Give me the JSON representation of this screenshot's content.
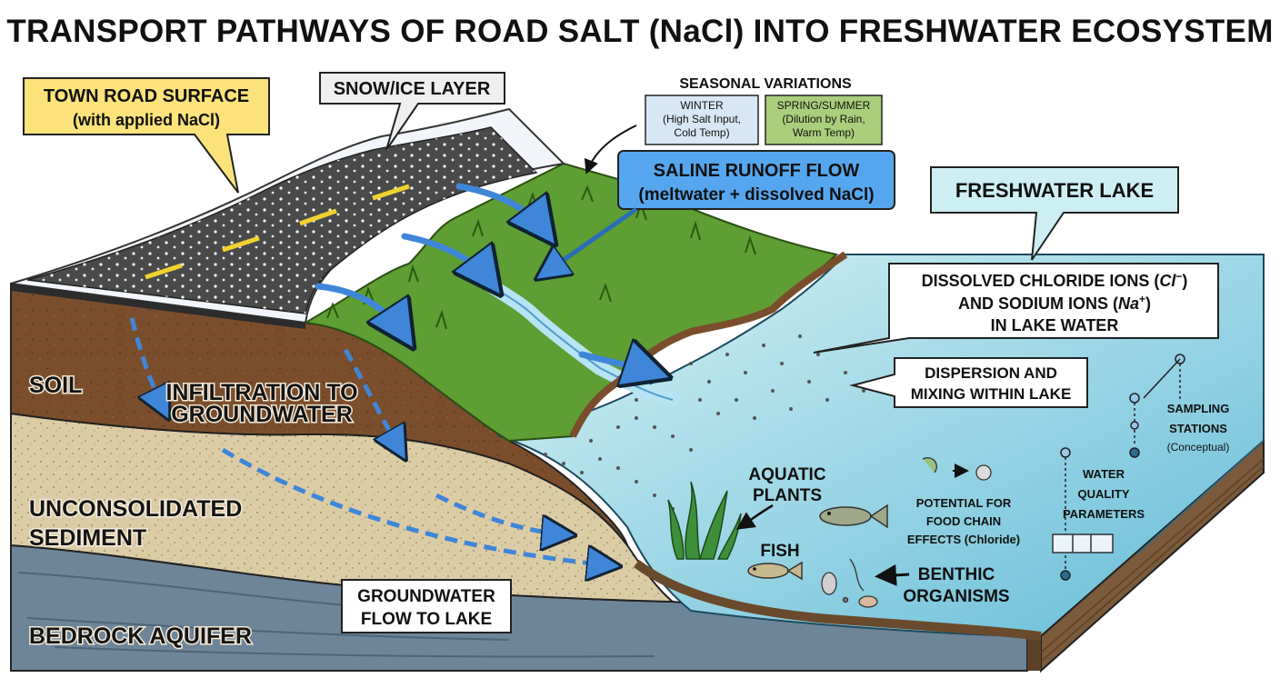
{
  "title": "TRANSPORT PATHWAYS OF ROAD SALT (NaCl) INTO FRESHWATER ECOSYSTEM",
  "callouts": {
    "road": {
      "line1": "TOWN ROAD SURFACE",
      "line2": "(with applied NaCl)"
    },
    "snow": "SNOW/ICE LAYER",
    "seasonal": {
      "heading": "SEASONAL VARIATIONS",
      "winter": {
        "name": "WINTER",
        "line1": "(High Salt Input,",
        "line2": "Cold Temp)"
      },
      "spring": {
        "name": "SPRING/SUMMER",
        "line1": "(Dilution by Rain,",
        "line2": "Warm Temp)"
      }
    },
    "runoff": {
      "line1": "SALINE RUNOFF FLOW",
      "line2": "(meltwater + dissolved NaCl)"
    },
    "lake": "FRESHWATER LAKE",
    "ions": {
      "line1_pre": "DISSOLVED CHLORIDE IONS (",
      "line1_ion": "Cl",
      "line1_charge": "−",
      "line1_post": ")",
      "line2_pre": "AND SODIUM IONS (",
      "line2_ion": "Na",
      "line2_charge": "+",
      "line2_post": ")",
      "line3": "IN LAKE WATER"
    },
    "dispersion": {
      "line1": "DISPERSION AND",
      "line2": "MIXING WITHIN LAKE"
    },
    "infiltration": {
      "line1": "INFILTRATION TO",
      "line2": "GROUNDWATER"
    },
    "groundwater": {
      "line1": "GROUNDWATER",
      "line2": "FLOW TO LAKE"
    },
    "plants": {
      "line1": "AQUATIC",
      "line2": "PLANTS"
    },
    "fish": "FISH",
    "foodchain": {
      "line1": "POTENTIAL FOR",
      "line2": "FOOD CHAIN",
      "line3": "EFFECTS (Chloride)"
    },
    "benthic": {
      "line1": "BENTHIC",
      "line2": "ORGANISMS"
    },
    "sampling": {
      "line1": "SAMPLING",
      "line2": "STATIONS",
      "line3": "(Conceptual)"
    },
    "water_quality": {
      "line1": "WATER",
      "line2": "QUALITY",
      "line3": "PARAMETERS"
    }
  },
  "layers": {
    "soil": "SOIL",
    "sediment_line1": "UNCONSOLIDATED",
    "sediment_line2": "SEDIMENT",
    "bedrock": "BEDROCK AQUIFER"
  },
  "colors": {
    "road_label_fill": "#fbe27a",
    "runoff_label_fill": "#55a6ee",
    "lake_label_fill": "#cdeff4",
    "winter_fill": "#d7e7f5",
    "spring_fill": "#a9cf7c",
    "soil": "#7a4e2c",
    "sediment": "#dccca6",
    "bedrock": "#6d8599",
    "lake_water": "#8fd3e6",
    "grass": "#5e9e32",
    "flow_arrow": "#3f86d8"
  }
}
